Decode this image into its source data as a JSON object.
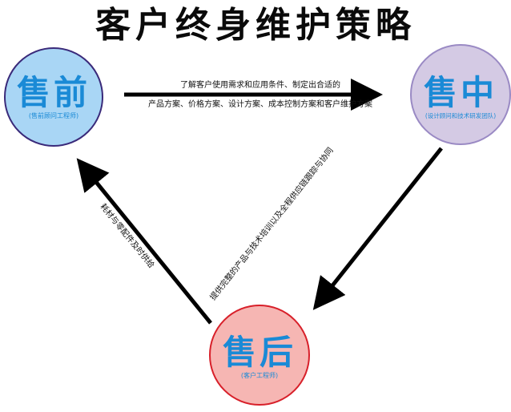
{
  "title": "客户终身维护策略",
  "nodes": {
    "presale": {
      "label": "售前",
      "sublabel": "(售前顾问工程师)",
      "fill": "#a9d6f5",
      "stroke": "#3a2a7a"
    },
    "midsale": {
      "label": "售中",
      "sublabel": "(设计顾问和技术研发团队)",
      "fill": "#d4cae4",
      "stroke": "#9a8ac4"
    },
    "aftersale": {
      "label": "售后",
      "sublabel": "(客户工程师)",
      "fill": "#f6b6b3",
      "stroke": "#d8202a"
    }
  },
  "edges": {
    "presale_to_midsale": {
      "line1": "了解客户使用需求和应用条件、制定出合适的",
      "line2": "产品方案、价格方案、设计方案、成本控制方案和客户维护方案"
    },
    "midsale_to_aftersale": {
      "label": "提供完整的产品与技术培训以及全程供应链跟踪与协同"
    },
    "aftersale_to_presale": {
      "label": "耗材与零配件及时供给"
    }
  },
  "colors": {
    "node_text": "#1a8ad6",
    "arrow": "#000000"
  }
}
